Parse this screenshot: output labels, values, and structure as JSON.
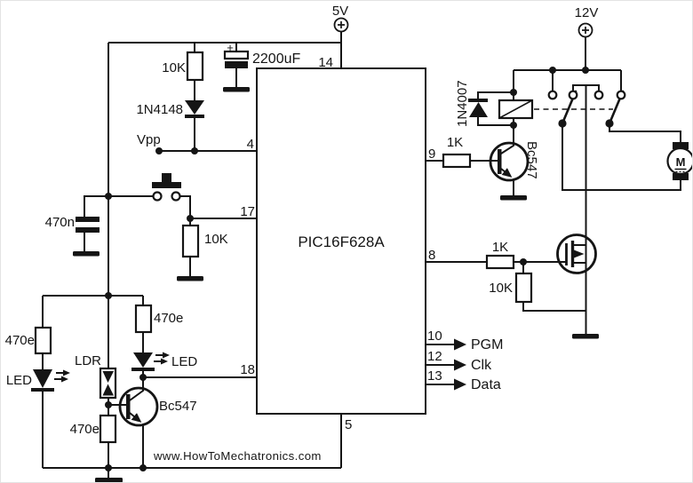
{
  "colors": {
    "line": "#151515",
    "watermark": "#98a0aa",
    "background": "#ffffff"
  },
  "power": {
    "v5": "5V",
    "v12": "12V",
    "plus": "+"
  },
  "ic": {
    "label": "PIC16F628A",
    "pins": {
      "p14": "14",
      "p4": "4",
      "p17": "17",
      "p18": "18",
      "p5": "5",
      "p9": "9",
      "p8": "8",
      "p10": "10",
      "p12": "12",
      "p13": "13"
    }
  },
  "left": {
    "r_mclr": "10K",
    "cap_bulk": "2200uF",
    "cap_bulk_plus": "+",
    "d_vpp": "1N4148",
    "vpp_label": "Vpp",
    "cap_470n": "470n",
    "r_pin17": "10K",
    "r_led_left": "470e",
    "led_left": "LED",
    "ldr": "LDR",
    "r_led_right": "470e",
    "led_right": "LED",
    "q1": "Bc547",
    "r_emitter": "470e"
  },
  "right": {
    "r_base": "1K",
    "q2": "Bc547",
    "d_flyback": "1N4007",
    "r_gate": "1K",
    "r_gate_pulldown": "10K",
    "motor": "M"
  },
  "icsp": {
    "pgm": "PGM",
    "clk": "Clk",
    "data": "Data"
  },
  "watermark": "www.HowToMechatronics.com"
}
